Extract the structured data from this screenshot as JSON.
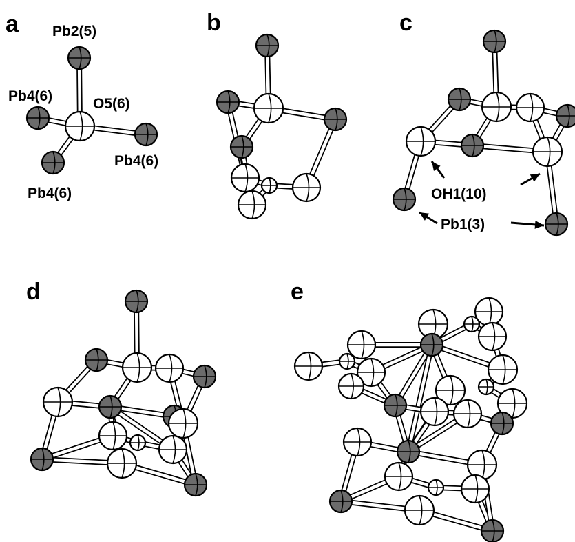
{
  "colors": {
    "pb_atom": "#6b6b6b",
    "o_atom": "#ffffff",
    "outline": "#000000",
    "background": "#ffffff"
  },
  "panels": [
    {
      "letter": "a"
    },
    {
      "letter": "b"
    },
    {
      "letter": "c"
    },
    {
      "letter": "d"
    },
    {
      "letter": "e"
    }
  ],
  "labels": {
    "a_top": "Pb2(5)",
    "a_left": "Pb4(6)",
    "a_center": "O5(6)",
    "a_right": "Pb4(6)",
    "a_bottom": "Pb4(6)",
    "c_oh": "OH1(10)",
    "c_pb": "Pb1(3)"
  }
}
